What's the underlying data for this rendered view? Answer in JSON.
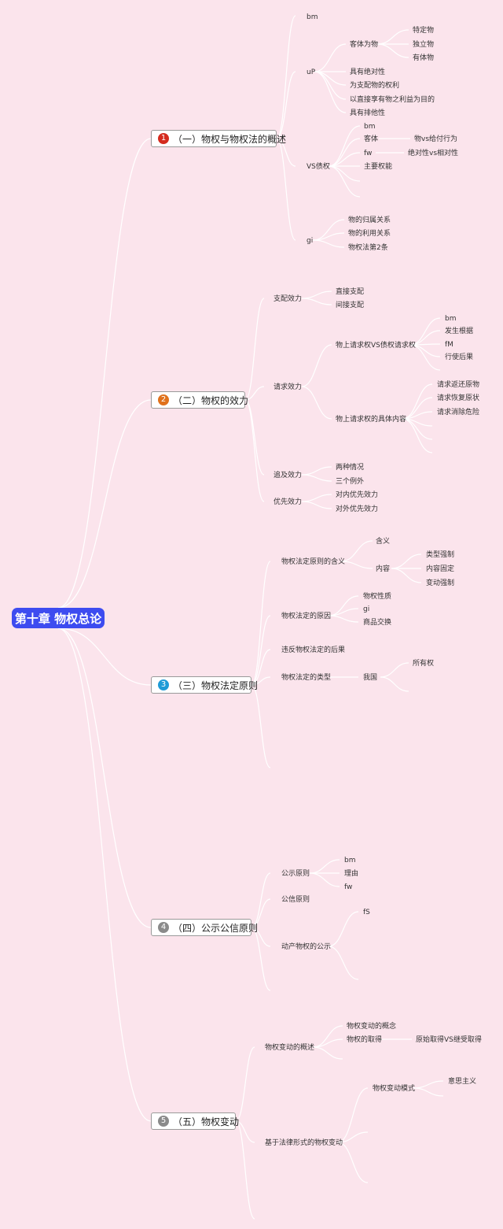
{
  "colors": {
    "background": "#fbe4ec",
    "root": "#3d4cf0",
    "connector": "#ffffff",
    "badge1": "#d42b1e",
    "badge2": "#e0711c",
    "badge3": "#1e9bd7",
    "badge4": "#8a8a8a",
    "badge5": "#8a8a8a"
  },
  "root": "第十章 物权总论",
  "sections": [
    {
      "num": "1",
      "label": "（一）物权与物权法的概述"
    },
    {
      "num": "2",
      "label": "（二）物权的效力"
    },
    {
      "num": "3",
      "label": "（三）物权法定原则"
    },
    {
      "num": "4",
      "label": "（四）公示公信原则"
    },
    {
      "num": "5",
      "label": "（五）物权变动"
    }
  ],
  "nodes": {
    "s1_bm": "bm",
    "s1_up": "uP",
    "s1_kt": "客体为物",
    "s1_kt1": "特定物",
    "s1_kt2": "独立物",
    "s1_kt3": "有体物",
    "s1_up2": "具有绝对性",
    "s1_up3": "为支配物的权利",
    "s1_up4": "以直接享有物之利益为目的",
    "s1_up5": "具有排他性",
    "s1_vs": "VS债权",
    "s1_vs1": "bm",
    "s1_vs2": "客体",
    "s1_vs2a": "物vs给付行为",
    "s1_vs3": "fw",
    "s1_vs3a": "绝对性vs相对性",
    "s1_vs4": "主要权能",
    "s1_gi": "gi",
    "s1_gi1": "物的归属关系",
    "s1_gi2": "物的利用关系",
    "s1_gi3": "物权法第2条",
    "s2_zp": "支配效力",
    "s2_zp1": "直接支配",
    "s2_zp2": "间接支配",
    "s2_qq": "请求效力",
    "s2_qa": "物上请求权VS债权请求权",
    "s2_qa1": "bm",
    "s2_qa2": "发生根据",
    "s2_qa3": "fM",
    "s2_qa4": "行使后果",
    "s2_qb": "物上请求权的具体内容",
    "s2_qb1": "请求返还原物",
    "s2_qb2": "请求恢复原状",
    "s2_qb3": "请求消除危险",
    "s2_zj": "追及效力",
    "s2_zj1": "两种情况",
    "s2_zj2": "三个例外",
    "s2_yx": "优先效力",
    "s2_yx1": "对内优先效力",
    "s2_yx2": "对外优先效力",
    "s3_hy": "物权法定原则的含义",
    "s3_hy1": "含义",
    "s3_hy2": "内容",
    "s3_hy2a": "类型强制",
    "s3_hy2b": "内容固定",
    "s3_hy2c": "变动强制",
    "s3_yy": "物权法定的原因",
    "s3_yy1": "物权性质",
    "s3_yy2": "gi",
    "s3_yy3": "商品交换",
    "s3_hg": "违反物权法定的后果",
    "s3_lx": "物权法定的类型",
    "s3_lx1": "我国",
    "s3_lx1a": "所有权",
    "s4_gs": "公示原则",
    "s4_gs1": "bm",
    "s4_gs2": "理由",
    "s4_gs3": "fw",
    "s4_gx": "公信原则",
    "s4_dc": "动产物权的公示",
    "s4_dc1": "fS",
    "s5_gs": "物权变动的概述",
    "s5_gs1": "物权变动的概念",
    "s5_gs2": "物权的取得",
    "s5_gs2a": "原始取得VS继受取得",
    "s5_jy": "基于法律形式的物权变动",
    "s5_jy1": "物权变动模式",
    "s5_jy1a": "意思主义"
  }
}
